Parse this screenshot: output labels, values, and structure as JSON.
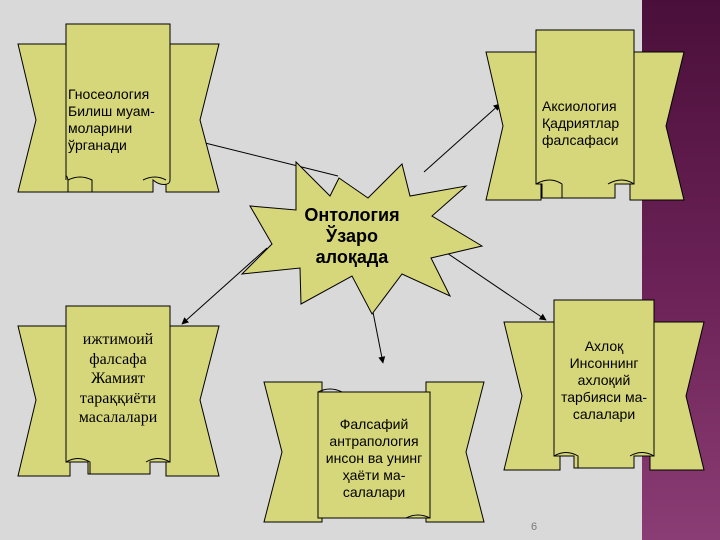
{
  "center": {
    "lines": [
      "Онтология",
      "Ўзаро",
      "алоқада"
    ]
  },
  "nodes": {
    "gnoseology": {
      "lines": [
        "Гносеология",
        "Билиш муам-",
        "моларини",
        " ўрганади"
      ]
    },
    "axiology": {
      "lines": [
        "Аксиология",
        "Қадриятлар",
        "фалсафаси"
      ]
    },
    "social": {
      "lines": [
        "ижтимоий",
        "фалсафа",
        "Жамият",
        "тараққиёти",
        "масалалари"
      ]
    },
    "anthropology": {
      "lines": [
        "Фалсафий",
        "антрапология",
        "инсон ва унинг",
        "ҳаёти ма-",
        "салалари"
      ]
    },
    "ethics": {
      "lines": [
        "Ахлоқ",
        "Инсоннинг",
        "ахлоқий",
        "тарбияси ма-",
        "салалари"
      ]
    }
  },
  "page_number": "6",
  "colors": {
    "background": "#d9d9d9",
    "scroll_fill": "#d6d67a",
    "scroll_stroke": "#000000",
    "side_band": "#5c1a4b",
    "arrow": "#000000"
  }
}
